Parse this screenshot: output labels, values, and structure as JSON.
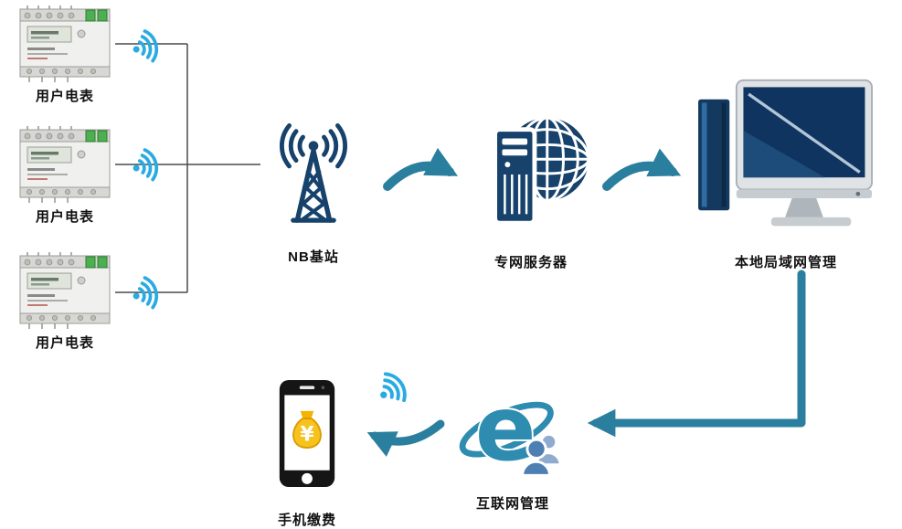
{
  "diagram": {
    "nodes": [
      {
        "id": "meter-1",
        "label": "用户电表",
        "icon": "energy-meter-icon"
      },
      {
        "id": "meter-2",
        "label": "用户电表",
        "icon": "energy-meter-icon"
      },
      {
        "id": "meter-3",
        "label": "用户电表",
        "icon": "energy-meter-icon"
      },
      {
        "id": "nb-station",
        "label": "NB基站",
        "icon": "cell-tower-icon"
      },
      {
        "id": "private-server",
        "label": "专网服务器",
        "icon": "server-globe-icon"
      },
      {
        "id": "lan-management",
        "label": "本地局域网管理",
        "icon": "desktop-computer-icon"
      },
      {
        "id": "internet-management",
        "label": "互联网管理",
        "icon": "browser-users-icon"
      },
      {
        "id": "phone-payment",
        "label": "手机缴费",
        "icon": "smartphone-payment-icon"
      }
    ],
    "edges": [
      {
        "from": "meter-1",
        "to": "nb-station",
        "type": "wire"
      },
      {
        "from": "meter-2",
        "to": "nb-station",
        "type": "wire"
      },
      {
        "from": "meter-3",
        "to": "nb-station",
        "type": "wire"
      },
      {
        "from": "nb-station",
        "to": "private-server",
        "type": "curved-arrow"
      },
      {
        "from": "private-server",
        "to": "lan-management",
        "type": "curved-arrow"
      },
      {
        "from": "lan-management",
        "to": "internet-management",
        "type": "elbow-arrow"
      },
      {
        "from": "internet-management",
        "to": "phone-payment",
        "type": "curved-arrow"
      }
    ],
    "colors": {
      "navy": "#16426b",
      "arrow_teal": "#2b7f9e",
      "wifi_blue": "#29abe2",
      "ie_teal": "#2d8cb0",
      "people_blue": "#4d7fb2",
      "money_yellow": "#f7c11e",
      "wire_gray": "#4a4a4a"
    }
  }
}
